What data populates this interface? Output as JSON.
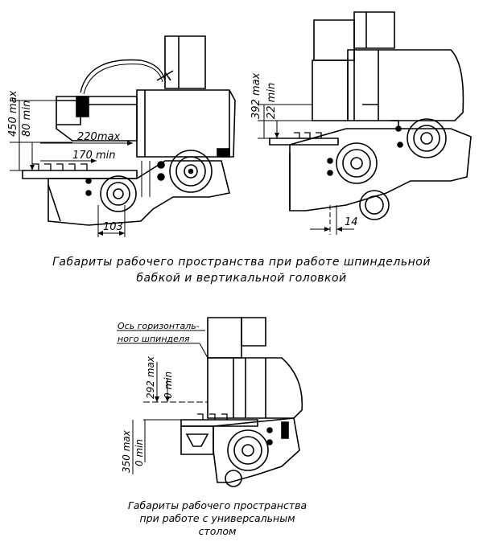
{
  "figure_top_left": {
    "dim_vertical_1": "450 max",
    "dim_vertical_2": "80 min",
    "dim_220": "220max",
    "dim_170": "170 min",
    "dim_103": "103"
  },
  "figure_top_right": {
    "dim_vertical_1": "392 max",
    "dim_vertical_2": "22 min",
    "dim_14": "14"
  },
  "caption_top": {
    "line1": "Габариты рабочего пространства при работе шпиндельной",
    "line2": "бабкой и вертикальной головкой"
  },
  "figure_bottom": {
    "axis_label_line1": "Ось горизонталь-",
    "axis_label_line2": "ного шпинделя",
    "dim_292_max": "292 max",
    "dim_0_min_a": "0 min",
    "dim_350_max": "350 max",
    "dim_0_min_b": "0 min"
  },
  "caption_bottom": {
    "line1": "Габариты рабочего пространства",
    "line2": "при работе с универсальным",
    "line3": "столом"
  }
}
